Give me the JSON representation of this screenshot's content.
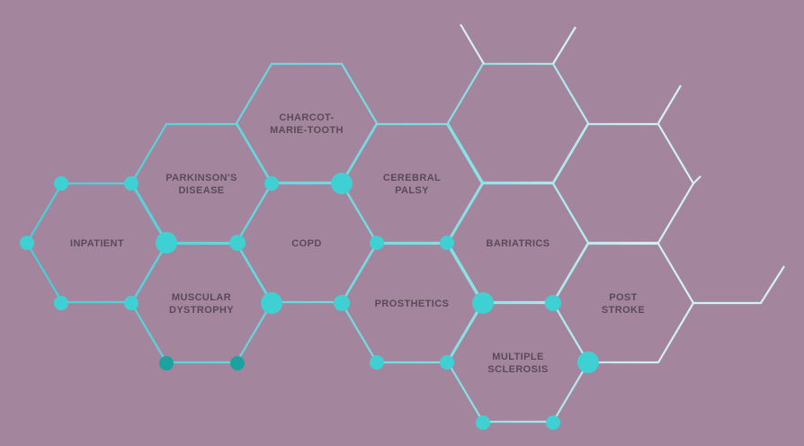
{
  "colors": {
    "background": "#a3869e",
    "line_teal": "#5fd0d6",
    "line_light": "#d7f1f3",
    "node_teal": "#3fd0d4",
    "node_dark": "#1aa3a0",
    "label": "#5a4a57"
  },
  "cells": [
    {
      "id": "inpatient",
      "lines": [
        "INPATIENT"
      ]
    },
    {
      "id": "parkinsons",
      "lines": [
        "PARKINSON'S",
        "DISEASE"
      ]
    },
    {
      "id": "muscular",
      "lines": [
        "MUSCULAR",
        "DYSTROPHY"
      ]
    },
    {
      "id": "charcot",
      "lines": [
        "CHARCOT-",
        "MARIE-TOOTH"
      ]
    },
    {
      "id": "copd",
      "lines": [
        "COPD"
      ]
    },
    {
      "id": "cerebral",
      "lines": [
        "CEREBRAL",
        "PALSY"
      ]
    },
    {
      "id": "prosthetics",
      "lines": [
        "PROSTHETICS"
      ]
    },
    {
      "id": "bariatrics",
      "lines": [
        "BARIATRICS"
      ]
    },
    {
      "id": "multiple",
      "lines": [
        "MULTIPLE",
        "SCLEROSIS"
      ]
    },
    {
      "id": "empty-top",
      "lines": []
    },
    {
      "id": "empty-mid",
      "lines": []
    },
    {
      "id": "post-stroke",
      "lines": [
        "POST",
        "STROKE"
      ]
    }
  ]
}
